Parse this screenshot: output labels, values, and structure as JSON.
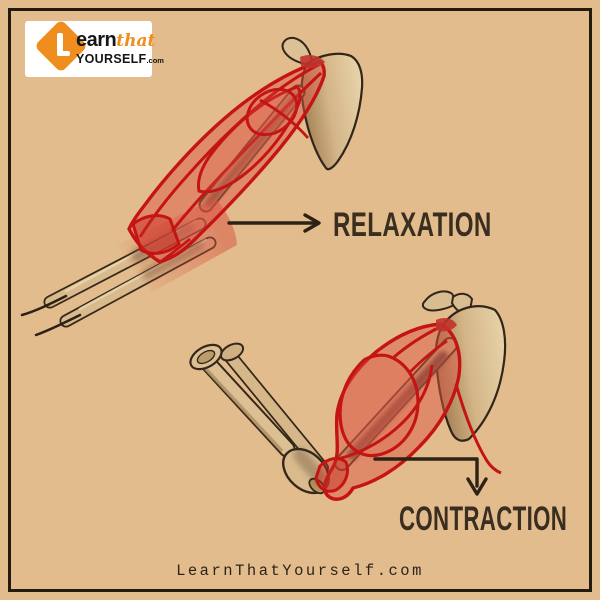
{
  "page": {
    "background_color": "#e2bc8c",
    "frame_color": "#241b10",
    "footer_text": "LearnThatYourself.com"
  },
  "logo": {
    "badge_bg": "#ffffff",
    "mark_color": "#ef8e1e",
    "mark_icon": "orange-diamond-with-white-L",
    "part_learn": "earn",
    "part_that": "that",
    "part_yourself": "YOURSELF",
    "part_com": ".com"
  },
  "labels": {
    "relaxation": "RELAXATION",
    "contraction": "CONTRACTION"
  },
  "diagram": {
    "illustrations": [
      {
        "name": "relaxed-arm-illustration",
        "label": "RELAXATION",
        "pose": "arm extended, muscles elongated"
      },
      {
        "name": "contracted-arm-illustration",
        "label": "CONTRACTION",
        "pose": "arm flexed at elbow, biceps bulged"
      }
    ],
    "colors": {
      "muscle_outline": "#c41414",
      "muscle_fill": "#db5644",
      "bone_fill": "#d8ba8d",
      "bone_outline": "#35281a",
      "label_text": "#3a2e21",
      "arrow": "#2c2215"
    }
  }
}
